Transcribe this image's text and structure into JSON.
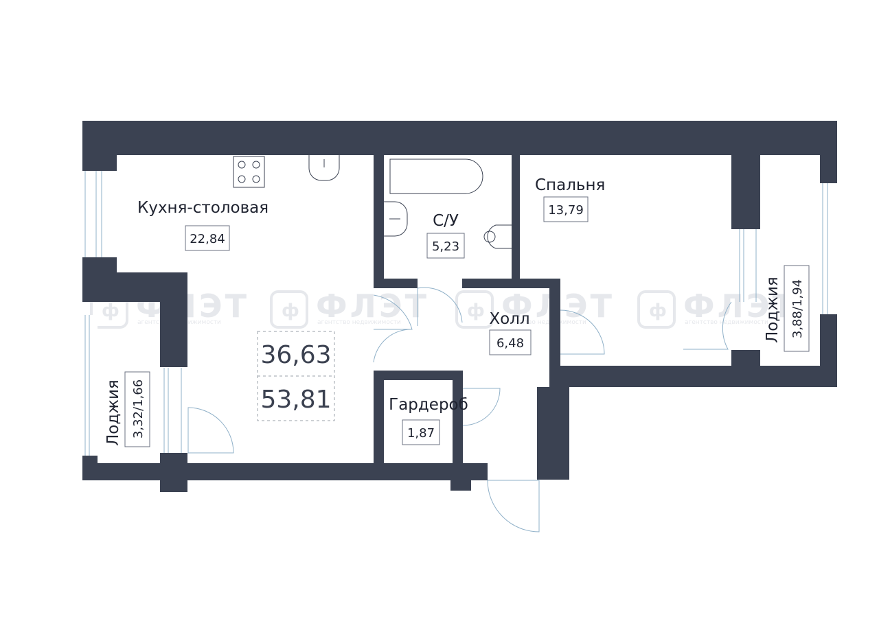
{
  "rooms": {
    "kitchen": {
      "name": "Кухня-столовая",
      "area": "22,84"
    },
    "bathroom": {
      "name": "С/У",
      "area": "5,23"
    },
    "bedroom": {
      "name": "Спальня",
      "area": "13,79"
    },
    "hall": {
      "name": "Холл",
      "area": "6,48"
    },
    "wardrobe": {
      "name": "Гардероб",
      "area": "1,87"
    },
    "loggia_left": {
      "name": "Лоджия",
      "area": "3,32/1,66"
    },
    "loggia_right": {
      "name": "Лоджия",
      "area": "3,88/1,94"
    }
  },
  "totals": {
    "living_area": "36,63",
    "total_area": "53,81"
  },
  "watermark": {
    "text": "ФЛЭТ",
    "sub": "агентство недвижимости"
  },
  "colors": {
    "wall": "#3b4252",
    "line": "#8fb0c8",
    "text": "#1f2330"
  }
}
